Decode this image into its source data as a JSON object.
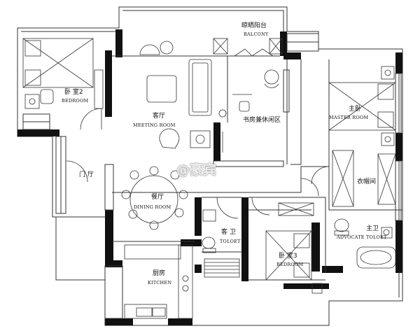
{
  "rooms": {
    "balcony": {
      "cn": "晾晒阳台",
      "en": "BALCONY"
    },
    "bedroom2": {
      "cn": "卧 室2",
      "en": "BEDROOM"
    },
    "meeting": {
      "cn": "客厅",
      "en": "MEETING ROOM"
    },
    "study": {
      "cn": "书房兼休闲区"
    },
    "master": {
      "cn": "主卧",
      "en": "MASTER ROOM"
    },
    "foyer": {
      "cn": "门 厅"
    },
    "closet": {
      "cn": "衣帽间"
    },
    "dining": {
      "cn": "餐厅",
      "en": "DINING ROOM"
    },
    "guestbath": {
      "cn": "客 卫",
      "en": "TOLOET"
    },
    "bedroom3": {
      "cn": "卧 室3",
      "en": "BEDROOM"
    },
    "masterbath": {
      "cn": "主卫",
      "en": "ADVOCATE TOLOET"
    },
    "kitchen": {
      "cn": "厨房",
      "en": "KITCHEN"
    }
  },
  "watermark": "@豪宾",
  "colors": {
    "wall": "#111111",
    "line": "#333333",
    "background": "#ffffff"
  }
}
